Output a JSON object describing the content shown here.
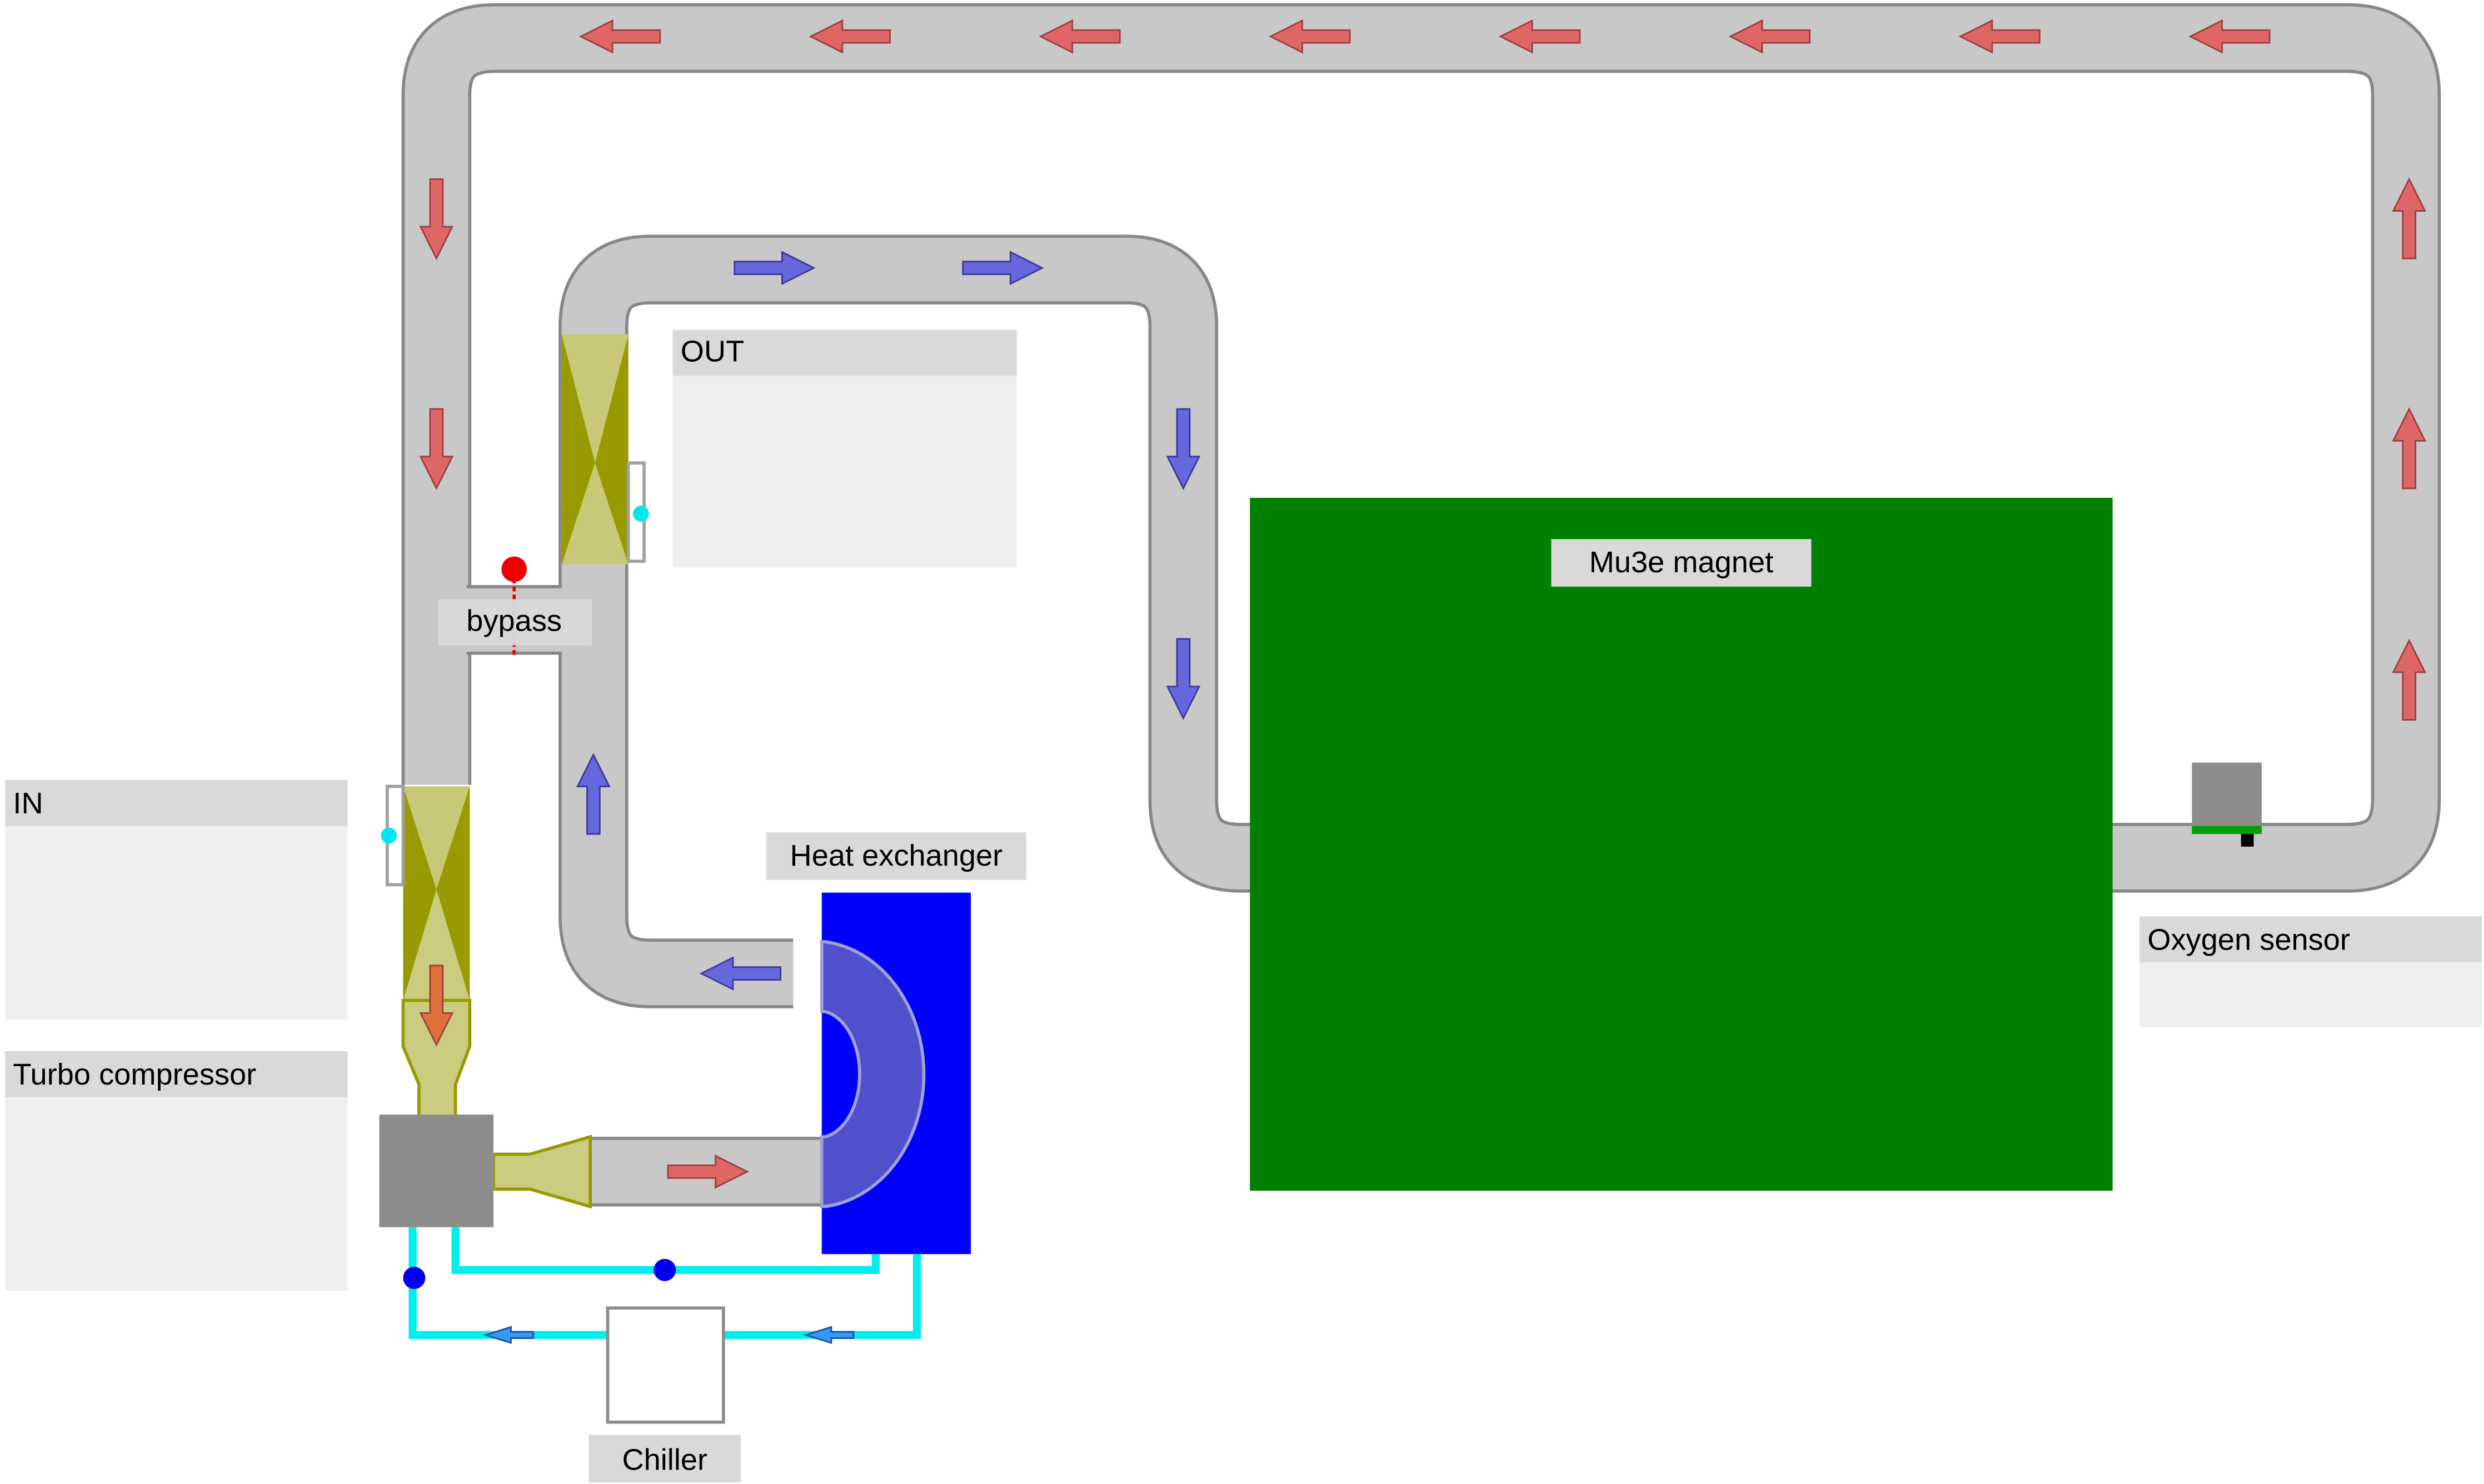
{
  "labels": {
    "out": "OUT",
    "in": "IN",
    "bypass": "bypass",
    "heat_exchanger": "Heat exchanger",
    "turbo_compressor": "Turbo compressor",
    "magnet": "Mu3e magnet",
    "oxygen_sensor": "Oxygen sensor",
    "chiller": "Chiller"
  },
  "colors": {
    "background": "#ffffff",
    "pipe_fill": "#c8c8c8",
    "pipe_border": "#888888",
    "arrow_return": "#e06666",
    "arrow_supply": "#6666dd",
    "arrow_turbo_inlet": "#e0703a",
    "valve_body": "#cccc80",
    "valve_dark": "#999900",
    "sensor_cyan": "#00e5ee",
    "bypass_valve": "#ee0000",
    "chiller_water": "#00eeee",
    "water_node": "#0000ee",
    "heat_exchanger": "#0000ff",
    "heat_exchanger_coil": "#5050cc",
    "magnet": "#008000",
    "compressor": "#8c8c8c",
    "oxygen_sensor": "#8c8c8c",
    "oxygen_sensor_base": "#00a000",
    "label_bg": "#d9d9d9",
    "panel_bg": "#efefef"
  },
  "icons": [
    "flow-arrow",
    "valve-icon",
    "sensor-dot-icon",
    "bypass-valve-icon",
    "pump-node-icon"
  ]
}
